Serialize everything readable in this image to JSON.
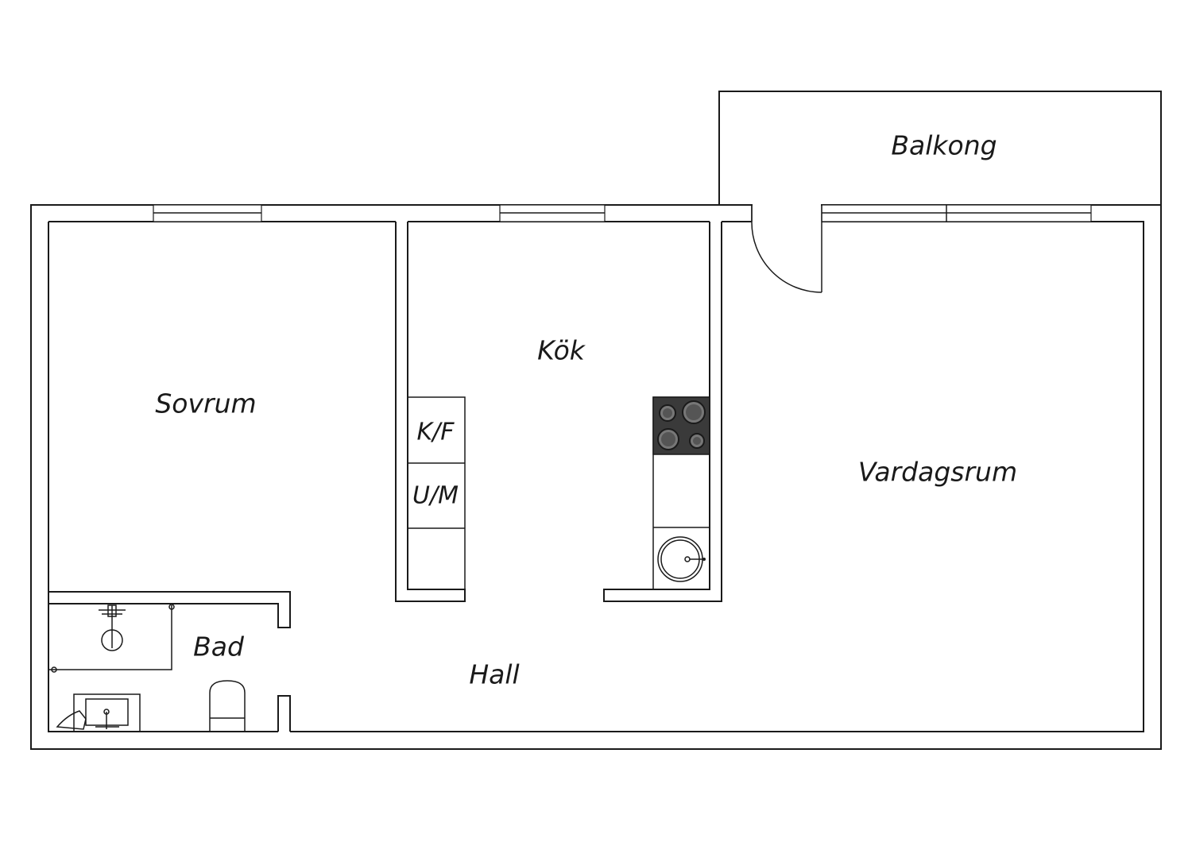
{
  "rooms": {
    "balcony": "Balkong",
    "kitchen": "Kök",
    "bedroom": "Sovrum",
    "living_room": "Vardagsrum",
    "bathroom": "Bad",
    "hall": "Hall"
  },
  "appliances": {
    "fridge_freezer": "K/F",
    "oven_microwave": "U/M"
  }
}
